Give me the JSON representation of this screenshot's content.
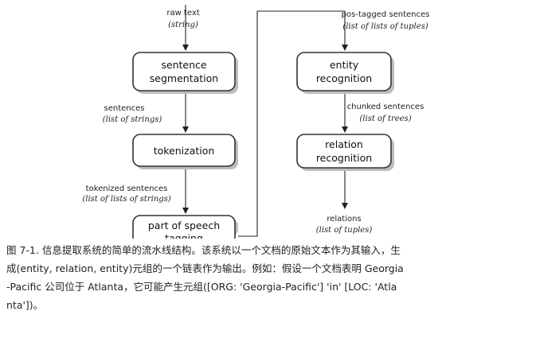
{
  "top_text": "",
  "diagram": {
    "left_boxes": [
      {
        "label_lines": [
          "sentence",
          "segmentation"
        ]
      },
      {
        "label_lines": [
          "tokenization"
        ]
      },
      {
        "label_lines": [
          "part of speech",
          "tagging"
        ]
      }
    ],
    "right_boxes": [
      {
        "label_lines": [
          "entity",
          "recognition"
        ]
      },
      {
        "label_lines": [
          "relation",
          "recognition"
        ]
      }
    ],
    "edge_labels": [
      {
        "main": "raw text",
        "sub": "string"
      },
      {
        "main": "sentences",
        "sub": "list of strings"
      },
      {
        "main": "tokenized sentences",
        "sub": "list of lists of strings"
      },
      {
        "main": "pos-tagged sentences",
        "sub": "list of lists of tuples"
      },
      {
        "main": "chunked sentences",
        "sub": "list of trees"
      },
      {
        "main": "relations",
        "sub": "list of tuples"
      }
    ]
  },
  "caption": {
    "lines": [
      "图 7-1. 信息提取系统的简单的流水线结构。该系统以一个文档的原始文本作为其输入，生",
      "成(entity, relation, entity)元组的一个链表作为输出。例如：假设一个文档表明 Georgia",
      "-Pacific 公司位于 Atlanta，它可能产生元组([ORG: 'Georgia-Pacific'] 'in' [LOC: 'Atla",
      "nta'])。"
    ]
  }
}
